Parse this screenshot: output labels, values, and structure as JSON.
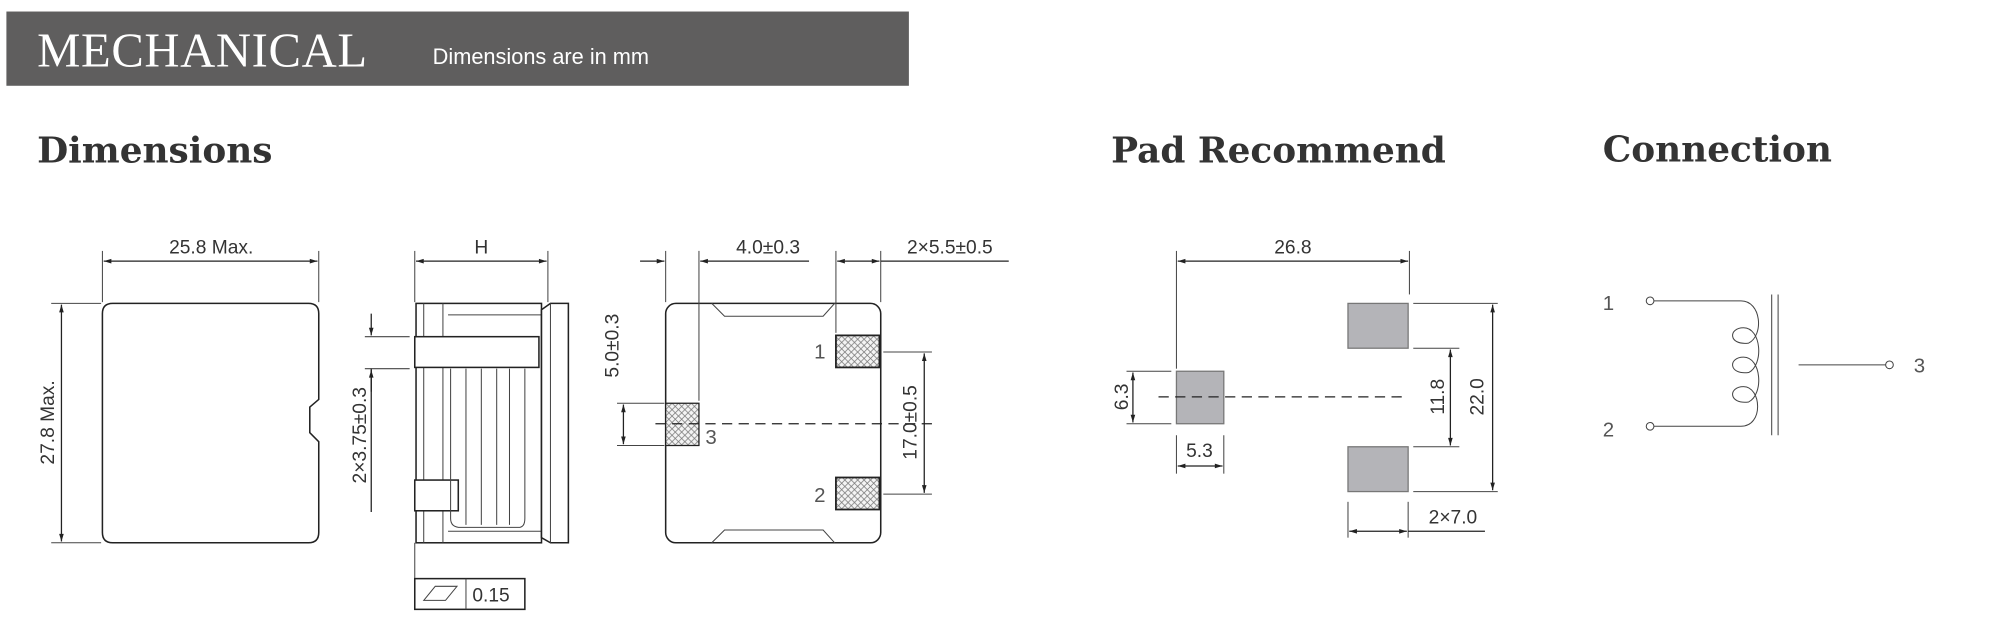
{
  "header": {
    "title": "MECHANICAL",
    "subtitle": "Dimensions are in mm",
    "bg_color": "#5f5e5e"
  },
  "sections": {
    "dimensions": "Dimensions",
    "pad": "Pad Recommend",
    "connection": "Connection"
  },
  "dimensions_view": {
    "front": {
      "width": "25.8 Max.",
      "height": "27.8 Max."
    },
    "side": {
      "height_label": "H",
      "terminal": "2×3.75±0.3",
      "flatness": "0.15"
    },
    "bottom": {
      "pad3_width": "4.0±0.3",
      "pad_width": "2×5.5±0.5",
      "pad3_height": "5.0±0.3",
      "pad_pitch": "17.0±0.5",
      "pins": [
        "1",
        "2",
        "3"
      ]
    }
  },
  "pad_view": {
    "span": "26.8",
    "left_height": "6.3",
    "left_width": "5.3",
    "gap": "11.8",
    "total": "22.0",
    "right_width": "2×7.0"
  },
  "connection_view": {
    "pins": [
      "1",
      "2",
      "3"
    ]
  }
}
